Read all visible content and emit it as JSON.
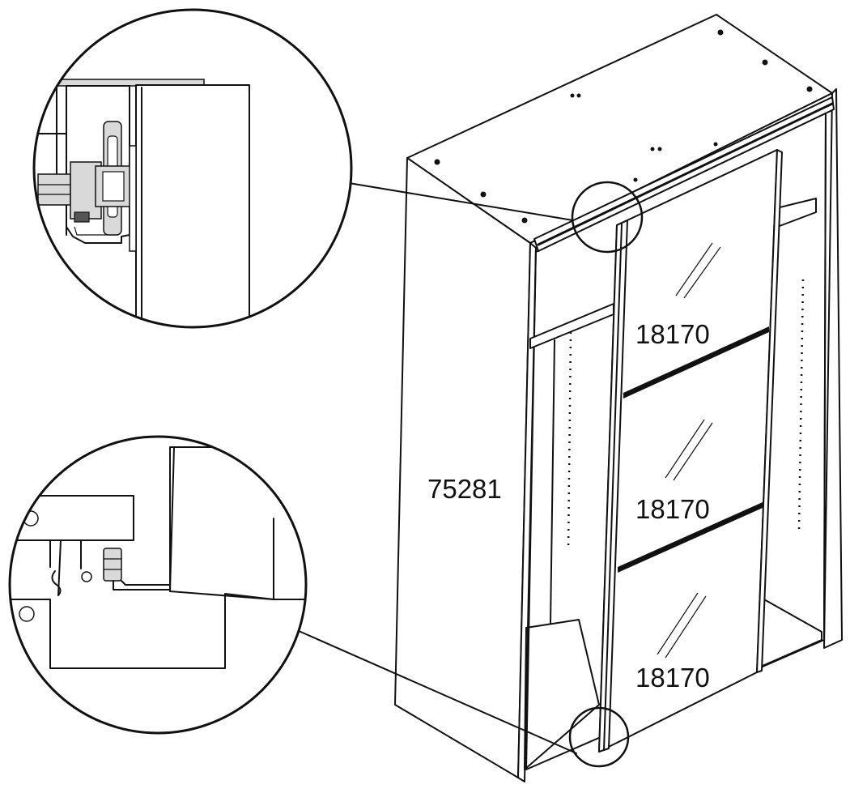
{
  "labels": {
    "carcass": "75281",
    "door_panel_top": "18170",
    "door_panel_middle": "18170",
    "door_panel_bottom": "18170"
  },
  "colors": {
    "line": "#111111",
    "background": "#ffffff",
    "hardware": "#d9d9d9"
  }
}
